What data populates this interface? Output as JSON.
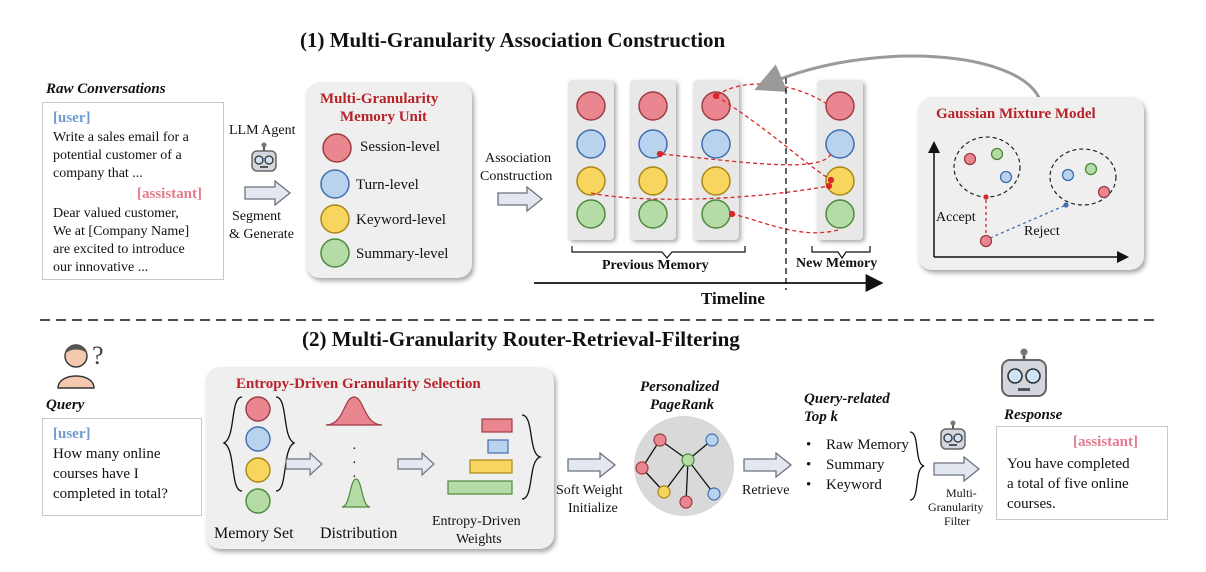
{
  "section1": {
    "title": "(1) Multi-Granularity Association Construction",
    "raw_conversations": {
      "heading": "Raw Conversations",
      "user_tag": "[user]",
      "user_lines": [
        "Write a sales email for a",
        "potential customer of a",
        "company that ..."
      ],
      "assistant_tag": "[assistant]",
      "assistant_lines": [
        "Dear valued customer,",
        "We at [Company Name]",
        "are excited to introduce",
        "our innovative ..."
      ]
    },
    "llm_agent": "LLM Agent",
    "segment_lines": [
      "Segment",
      "& Generate"
    ],
    "memory_unit": {
      "title_lines": [
        "Multi-Granularity",
        "Memory Unit"
      ],
      "levels": [
        "Session-level",
        "Turn-level",
        "Keyword-level",
        "Summary-level"
      ]
    },
    "association_lines": [
      "Association",
      "Construction"
    ],
    "previous_memory": "Previous Memory",
    "new_memory": "New Memory",
    "timeline": "Timeline",
    "gmm": {
      "title": "Gaussian Mixture Model",
      "accept": "Accept",
      "reject": "Reject"
    }
  },
  "section2": {
    "title": "(2) Multi-Granularity Router-Retrieval-Filtering",
    "query": {
      "heading": "Query",
      "user_tag": "[user]",
      "lines": [
        "How many online",
        "courses have I",
        "completed in total?"
      ]
    },
    "entropy": {
      "title": "Entropy-Driven Granularity Selection",
      "memory_set": "Memory Set",
      "distribution": "Distribution",
      "weights_lines": [
        "Entropy-Driven",
        "Weights"
      ]
    },
    "soft_weight_lines": [
      "Soft Weight",
      "Initialize"
    ],
    "pagerank_lines": [
      "Personalized",
      "PageRank"
    ],
    "retrieve": "Retrieve",
    "topk": {
      "heading_lines": [
        "Query-related",
        "Top k"
      ],
      "items": [
        "Raw Memory",
        "Summary",
        "Keyword"
      ]
    },
    "filter_lines": [
      "Multi-",
      "Granularity",
      "Filter"
    ],
    "response": {
      "heading": "Response",
      "assistant_tag": "[assistant]",
      "lines": [
        "You have completed",
        "a total of five online",
        "courses."
      ]
    }
  },
  "colors": {
    "session": "#e9868f",
    "turn": "#b9d3ef",
    "keyword": "#f7d55e",
    "summary": "#b5dba6",
    "accent_red": "#b8232a",
    "user_blue": "#6d9bd0",
    "assistant_pink": "#e47a8c"
  }
}
